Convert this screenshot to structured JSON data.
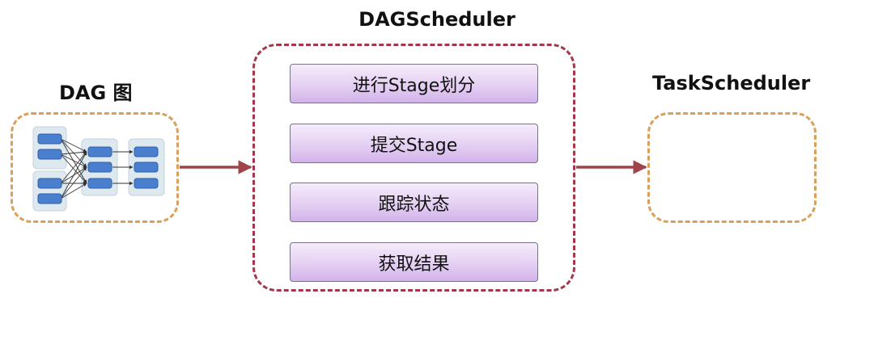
{
  "titles": {
    "dag": "DAG 图",
    "scheduler": "DAGScheduler",
    "task": "TaskScheduler"
  },
  "scheduler_steps": [
    {
      "label": "进行Stage划分"
    },
    {
      "label": "提交Stage"
    },
    {
      "label": "跟踪状态"
    },
    {
      "label": "获取结果"
    }
  ],
  "colors": {
    "dag_border": "#d9a05b",
    "scheduler_border": "#a3384d",
    "task_border": "#d9a05b",
    "arrow": "#a04449",
    "node_fill": "#4a7fd0",
    "group_fill": "#dde8ef"
  }
}
